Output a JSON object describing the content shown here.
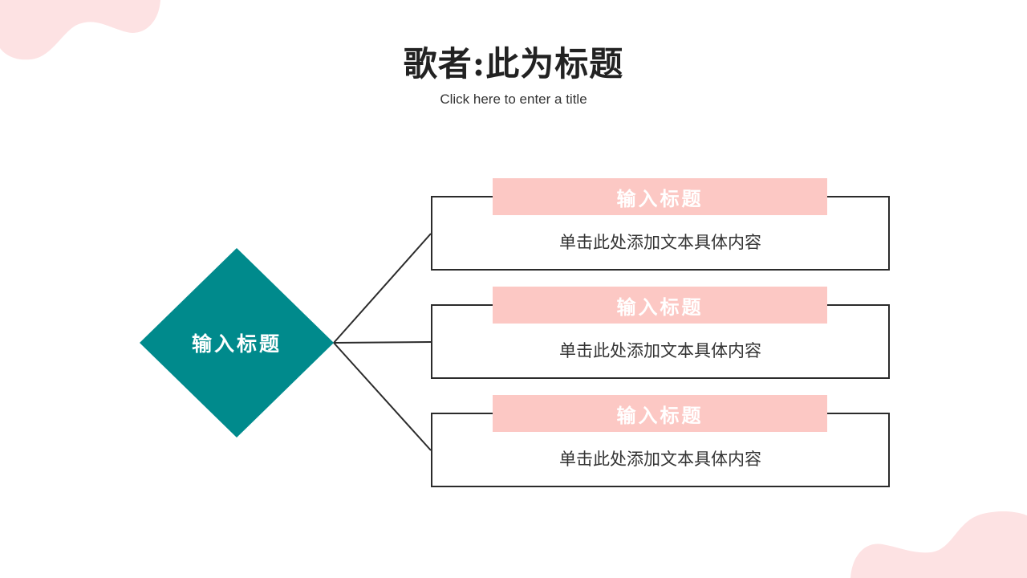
{
  "slide": {
    "title": "歌者:此为标题",
    "subtitle": "Click here to enter a title"
  },
  "center_node": {
    "label": "输入标题",
    "color": "#008a8c"
  },
  "branches": [
    {
      "header": "输入标题",
      "body": "单击此处添加文本具体内容"
    },
    {
      "header": "输入标题",
      "body": "单击此处添加文本具体内容"
    },
    {
      "header": "输入标题",
      "body": "单击此处添加文本具体内容"
    }
  ],
  "colors": {
    "accent_pink": "#fcc8c4",
    "blob_pink": "#fde2e3",
    "teal": "#008a8c",
    "border": "#2b2b2b"
  }
}
